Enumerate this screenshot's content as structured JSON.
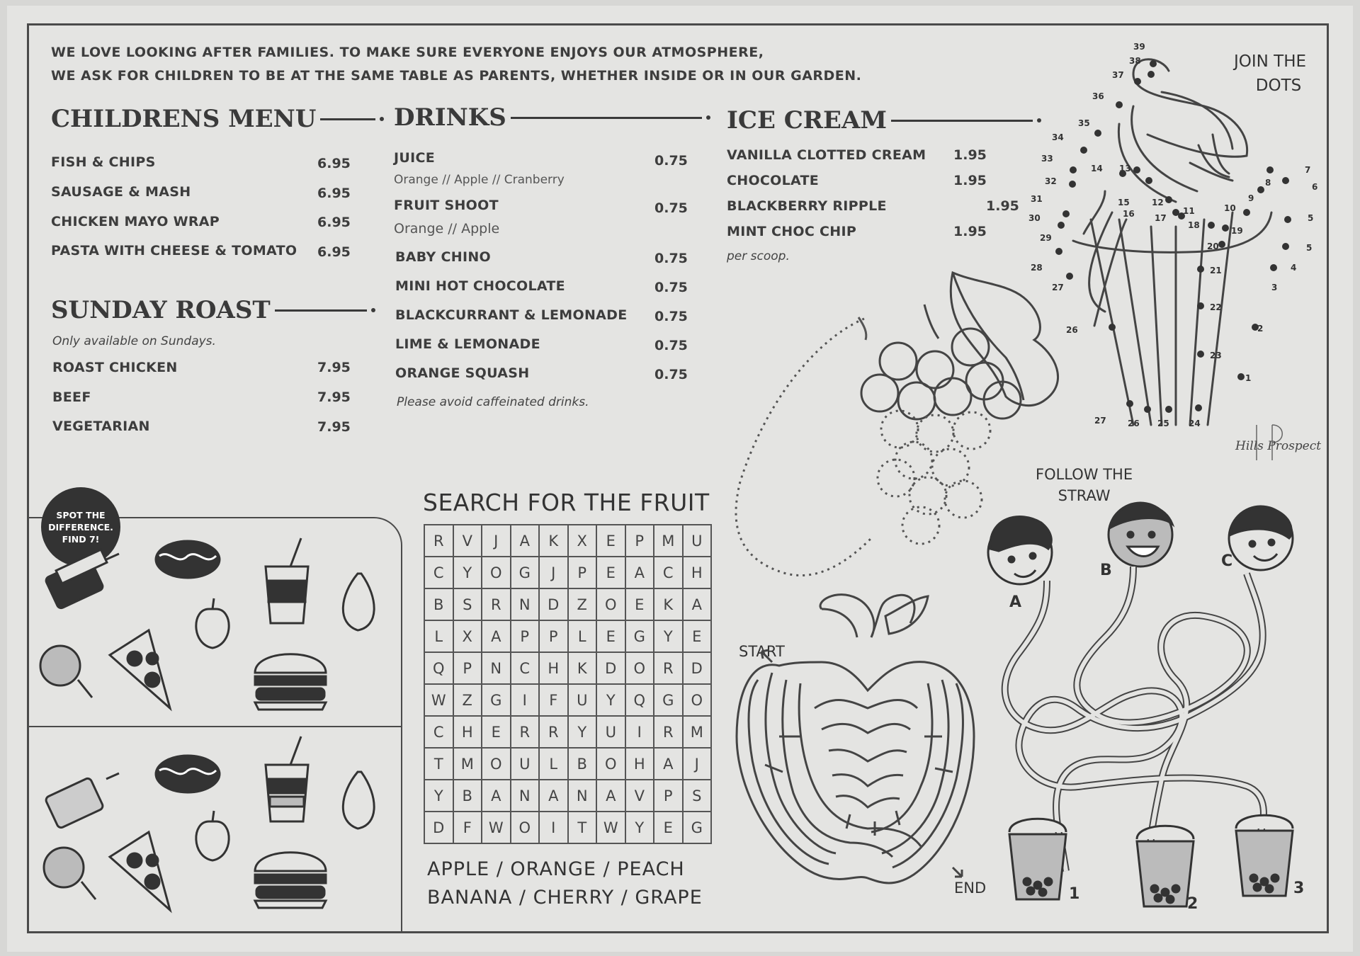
{
  "intro": {
    "line1": "WE LOVE LOOKING AFTER FAMILIES. TO MAKE SURE EVERYONE ENJOYS OUR ATMOSPHERE,",
    "line2": "WE ASK FOR CHILDREN TO BE AT THE SAME TABLE AS PARENTS, WHETHER INSIDE OR IN OUR GARDEN."
  },
  "childrens_menu": {
    "title": "CHILDRENS MENU",
    "items": [
      {
        "name": "FISH & CHIPS",
        "price": "6.95"
      },
      {
        "name": "SAUSAGE & MASH",
        "price": "6.95"
      },
      {
        "name": "CHICKEN MAYO WRAP",
        "price": "6.95"
      },
      {
        "name": "PASTA WITH CHEESE & TOMATO",
        "price": "6.95"
      }
    ]
  },
  "sunday_roast": {
    "title": "SUNDAY ROAST",
    "note": "Only available on Sundays.",
    "items": [
      {
        "name": "ROAST CHICKEN",
        "price": "7.95"
      },
      {
        "name": "BEEF",
        "price": "7.95"
      },
      {
        "name": "VEGETARIAN",
        "price": "7.95"
      }
    ]
  },
  "drinks": {
    "title": "DRINKS",
    "items": [
      {
        "name": "JUICE",
        "price": "0.75",
        "options": "Orange // Apple // Cranberry"
      },
      {
        "name": "FRUIT SHOOT",
        "price": "0.75",
        "options": "Orange // Apple"
      },
      {
        "name": "BABY CHINO",
        "price": "0.75"
      },
      {
        "name": "MINI HOT CHOCOLATE",
        "price": "0.75"
      },
      {
        "name": "BLACKCURRANT & LEMONADE",
        "price": "0.75"
      },
      {
        "name": "LIME & LEMONADE",
        "price": "0.75"
      },
      {
        "name": "ORANGE SQUASH",
        "price": "0.75"
      }
    ],
    "note": "Please avoid caffeinated drinks."
  },
  "ice_cream": {
    "title": "ICE CREAM",
    "items": [
      {
        "name": "VANILLA CLOTTED CREAM",
        "price": "1.95"
      },
      {
        "name": "CHOCOLATE",
        "price": "1.95"
      },
      {
        "name": "BLACKBERRY RIPPLE",
        "price": "1.95"
      },
      {
        "name": "MINT CHOC CHIP",
        "price": "1.95"
      }
    ],
    "note": "per scoop."
  },
  "join_dots": {
    "title_line1": "JOIN THE",
    "title_line2": "DOTS"
  },
  "brand_signature": "Hills Prospect",
  "spot_difference": {
    "line1": "SPOT THE",
    "line2": "DIFFERENCE.",
    "line3": "FIND 7!"
  },
  "word_search": {
    "title": "SEARCH FOR THE FRUIT",
    "grid": [
      [
        "R",
        "V",
        "J",
        "A",
        "K",
        "X",
        "E",
        "P",
        "M",
        "U"
      ],
      [
        "C",
        "Y",
        "O",
        "G",
        "J",
        "P",
        "E",
        "A",
        "C",
        "H"
      ],
      [
        "B",
        "S",
        "R",
        "N",
        "D",
        "Z",
        "O",
        "E",
        "K",
        "A"
      ],
      [
        "L",
        "X",
        "A",
        "P",
        "P",
        "L",
        "E",
        "G",
        "Y",
        "E"
      ],
      [
        "Q",
        "P",
        "N",
        "C",
        "H",
        "K",
        "D",
        "O",
        "R",
        "D"
      ],
      [
        "W",
        "Z",
        "G",
        "I",
        "F",
        "U",
        "Y",
        "Q",
        "G",
        "O"
      ],
      [
        "C",
        "H",
        "E",
        "R",
        "R",
        "Y",
        "U",
        "I",
        "R",
        "M"
      ],
      [
        "T",
        "M",
        "O",
        "U",
        "L",
        "B",
        "O",
        "H",
        "A",
        "J"
      ],
      [
        "Y",
        "B",
        "A",
        "N",
        "A",
        "N",
        "A",
        "V",
        "P",
        "S"
      ],
      [
        "D",
        "F",
        "W",
        "O",
        "I",
        "T",
        "W",
        "Y",
        "E",
        "G"
      ]
    ],
    "words_line1": "APPLE  /  ORANGE  /  PEACH",
    "words_line2": "BANANA  /  CHERRY  /  GRAPE"
  },
  "maze": {
    "start_label": "START",
    "end_label": "END"
  },
  "follow_straw": {
    "title_line1": "FOLLOW THE",
    "title_line2": "STRAW",
    "faces": [
      "A",
      "B",
      "C"
    ],
    "cups": [
      "1",
      "2",
      "3"
    ]
  }
}
